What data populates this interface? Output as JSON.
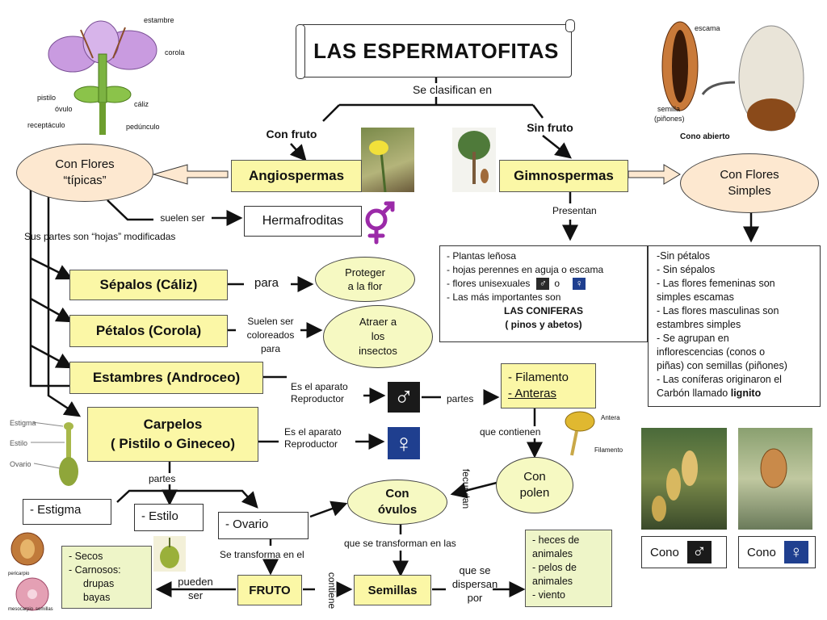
{
  "title": "LAS ESPERMATOFITAS",
  "classify": "Se clasifican en",
  "con_fruto": "Con fruto",
  "sin_fruto": "Sin fruto",
  "angiospermas": "Angiospermas",
  "gimnospermas": "Gimnospermas",
  "con_flores_tipicas": [
    "Con Flores",
    "“típicas”"
  ],
  "con_flores_simples": [
    "Con Flores",
    "Simples"
  ],
  "suelen_ser": "suelen ser",
  "hermafroditas": "Hermafroditas",
  "sus_partes": "Sus partes son “hojas” modificadas",
  "presentan": "Presentan",
  "gimno_list": [
    "- Plantas leñosa",
    "- hojas perennes en aguja o escama",
    "- flores unisexuales",
    "o",
    "- Las más importantes son",
    "LAS CONIFERAS",
    "( pinos y abetos)"
  ],
  "simples_list": [
    "-Sin pétalos",
    "- Sin sépalos",
    "- Las flores femeninas son",
    "simples escamas",
    "- Las flores masculinas son",
    "estambres simples",
    "- Se agrupan en",
    "inflorescencias (conos o",
    "piñas) con semillas (piñones)",
    "- Las coníferas originaron el",
    "Carbón llamado",
    "lignito"
  ],
  "sepalos": "Sépalos (Cáliz)",
  "para": "para",
  "proteger": [
    "Proteger",
    "a la flor"
  ],
  "petalos": "Pétalos (Corola)",
  "suelen_coloreados": [
    "Suelen ser",
    "coloreados",
    "para"
  ],
  "atraer": [
    "Atraer a",
    "los",
    "insectos"
  ],
  "estambres": "Estambres (Androceo)",
  "es_aparato_1": [
    "Es el aparato",
    "Reproductor"
  ],
  "partes_1": "partes",
  "filamento_box": [
    "- Filamento",
    "- Anteras"
  ],
  "carpelos": [
    "Carpelos",
    "( Pistilo o Gineceo)"
  ],
  "es_aparato_2": [
    "Es el aparato",
    "Reproductor"
  ],
  "que_contienen": "que contienen",
  "con_polen": [
    "Con",
    "polen"
  ],
  "fecundan": "fecundan",
  "partes_2": "partes",
  "estigma": "- Estigma",
  "estilo": "- Estilo",
  "ovario": "- Ovario",
  "con_ovulos": [
    "Con",
    "óvulos"
  ],
  "se_transforma": "Se transforma en el",
  "que_se_transforman": "que se transforman en las",
  "fruto": "FRUTO",
  "contiene": "contiene",
  "semillas": "Semillas",
  "pueden_ser": [
    "pueden",
    "ser"
  ],
  "que_se_dispersan": [
    "que se",
    "dispersan",
    "por"
  ],
  "fruto_tipos": [
    "- Secos",
    "- Carnosos:",
    "drupas",
    "bayas"
  ],
  "dispersion": [
    "- heces de",
    "animales",
    "- pelos de",
    "animales",
    "- viento"
  ],
  "cono_m": "Cono",
  "cono_f": "Cono",
  "flower_labels": [
    "estambre",
    "corola",
    "pistilo",
    "óvulo",
    "cáliz",
    "receptáculo",
    "pedúnculo"
  ],
  "cone_labels": [
    "escama",
    "semilla",
    "(piñones)",
    "Cono abierto"
  ],
  "pistil_labels": [
    "Estigma",
    "Estilo",
    "Ovario"
  ],
  "antera_labels": [
    "Antera",
    "Filamento"
  ],
  "fruit_labels": [
    "pericarpio",
    "mesocarpio",
    "semillas"
  ],
  "colors": {
    "yellow_box": "#fbf7a6",
    "green_ellipse": "#f6f9c2",
    "orange_ellipse": "#fde8d0",
    "symbol_bg": "#2a2a2a",
    "female_bg": "#1f3f8f",
    "venus": "#9b2aa8"
  }
}
